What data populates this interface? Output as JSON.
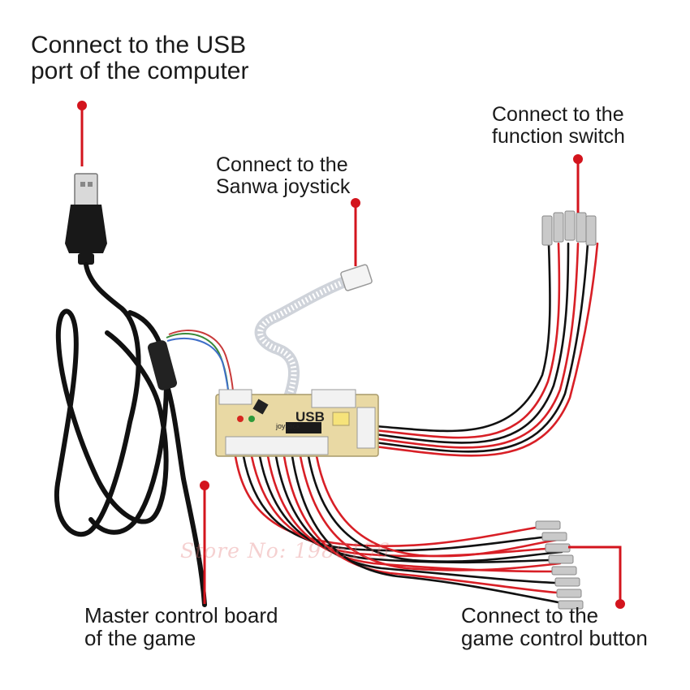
{
  "labels": {
    "usb": [
      "Connect  to the USB",
      "port of the computer"
    ],
    "sanwa": [
      "Connect to the",
      "Sanwa joystick"
    ],
    "function_switch": [
      "Connect to the",
      "function switch"
    ],
    "master_board": [
      "Master control board",
      "of the game"
    ],
    "game_button": [
      "Connect to the",
      "game control button"
    ]
  },
  "board": {
    "title": "USB",
    "subtitle": "joystick"
  },
  "watermark": "Store No: 1986156",
  "colors": {
    "pointer": "#d3141d",
    "cable": "#111111",
    "wire_red": "#d81f26",
    "board": "#e9d9a4",
    "connector": "#f2f2f2"
  }
}
